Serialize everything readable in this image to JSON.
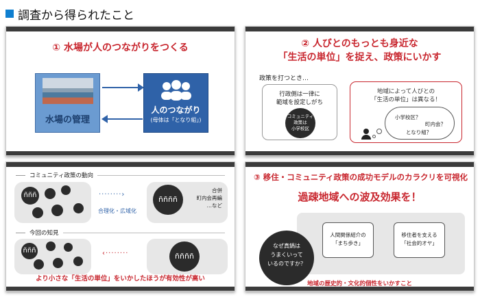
{
  "header": {
    "title": "調査から得られたこと"
  },
  "panel1": {
    "title": "① 水場が人のつながりをつくる",
    "left_box": "水場の管理",
    "right_box": "人のつながり",
    "right_sub": "(母体は「となり組」)"
  },
  "panel2": {
    "title_line1": "② 人びとのもっとも身近な",
    "title_line2": "「生活の単位」を捉え、政策にいかす",
    "lead": "政策を打つとき…",
    "left_text1": "行政側は一律に",
    "left_text2": "範域を設定しがち",
    "left_bubble1": "コミュニティ",
    "left_bubble2": "政策は",
    "left_bubble3": "小学校区",
    "right_text1": "地域によって人びとの",
    "right_text2": "「生活の単位」は異なる！",
    "cloud1": "小学校区？",
    "cloud2": "町内会？",
    "cloud3": "となり組？"
  },
  "panel3": {
    "section1": "コミュニティ政策の動向",
    "arrow_label": "合理化・広域化",
    "right_group1": "合併",
    "right_group2": "町内会再編",
    "right_group3": "…など",
    "section2": "今回の知見",
    "caption": "より小さな「生活の単位」をいかしたほうが有効性が高い"
  },
  "panel4": {
    "title1": "③ 移住・コミュニティ政策の成功モデルのカラクリを可視化",
    "title2": "過疎地域への波及効果を！",
    "card1_line1": "人間関係紹介の",
    "card1_line2": "「まち歩き」",
    "card2_line1": "移住者を支える",
    "card2_line2": "「社会的オヤ」",
    "bubble1": "なぜ真鍋は",
    "bubble2": "うまくいって",
    "bubble3": "いるのですか？",
    "caption": "地域の歴史的・文化的個性をいかすこと"
  },
  "colors": {
    "accent_red": "#c8262e",
    "accent_blue": "#2f62a8",
    "header_square": "#0f7fd0"
  }
}
